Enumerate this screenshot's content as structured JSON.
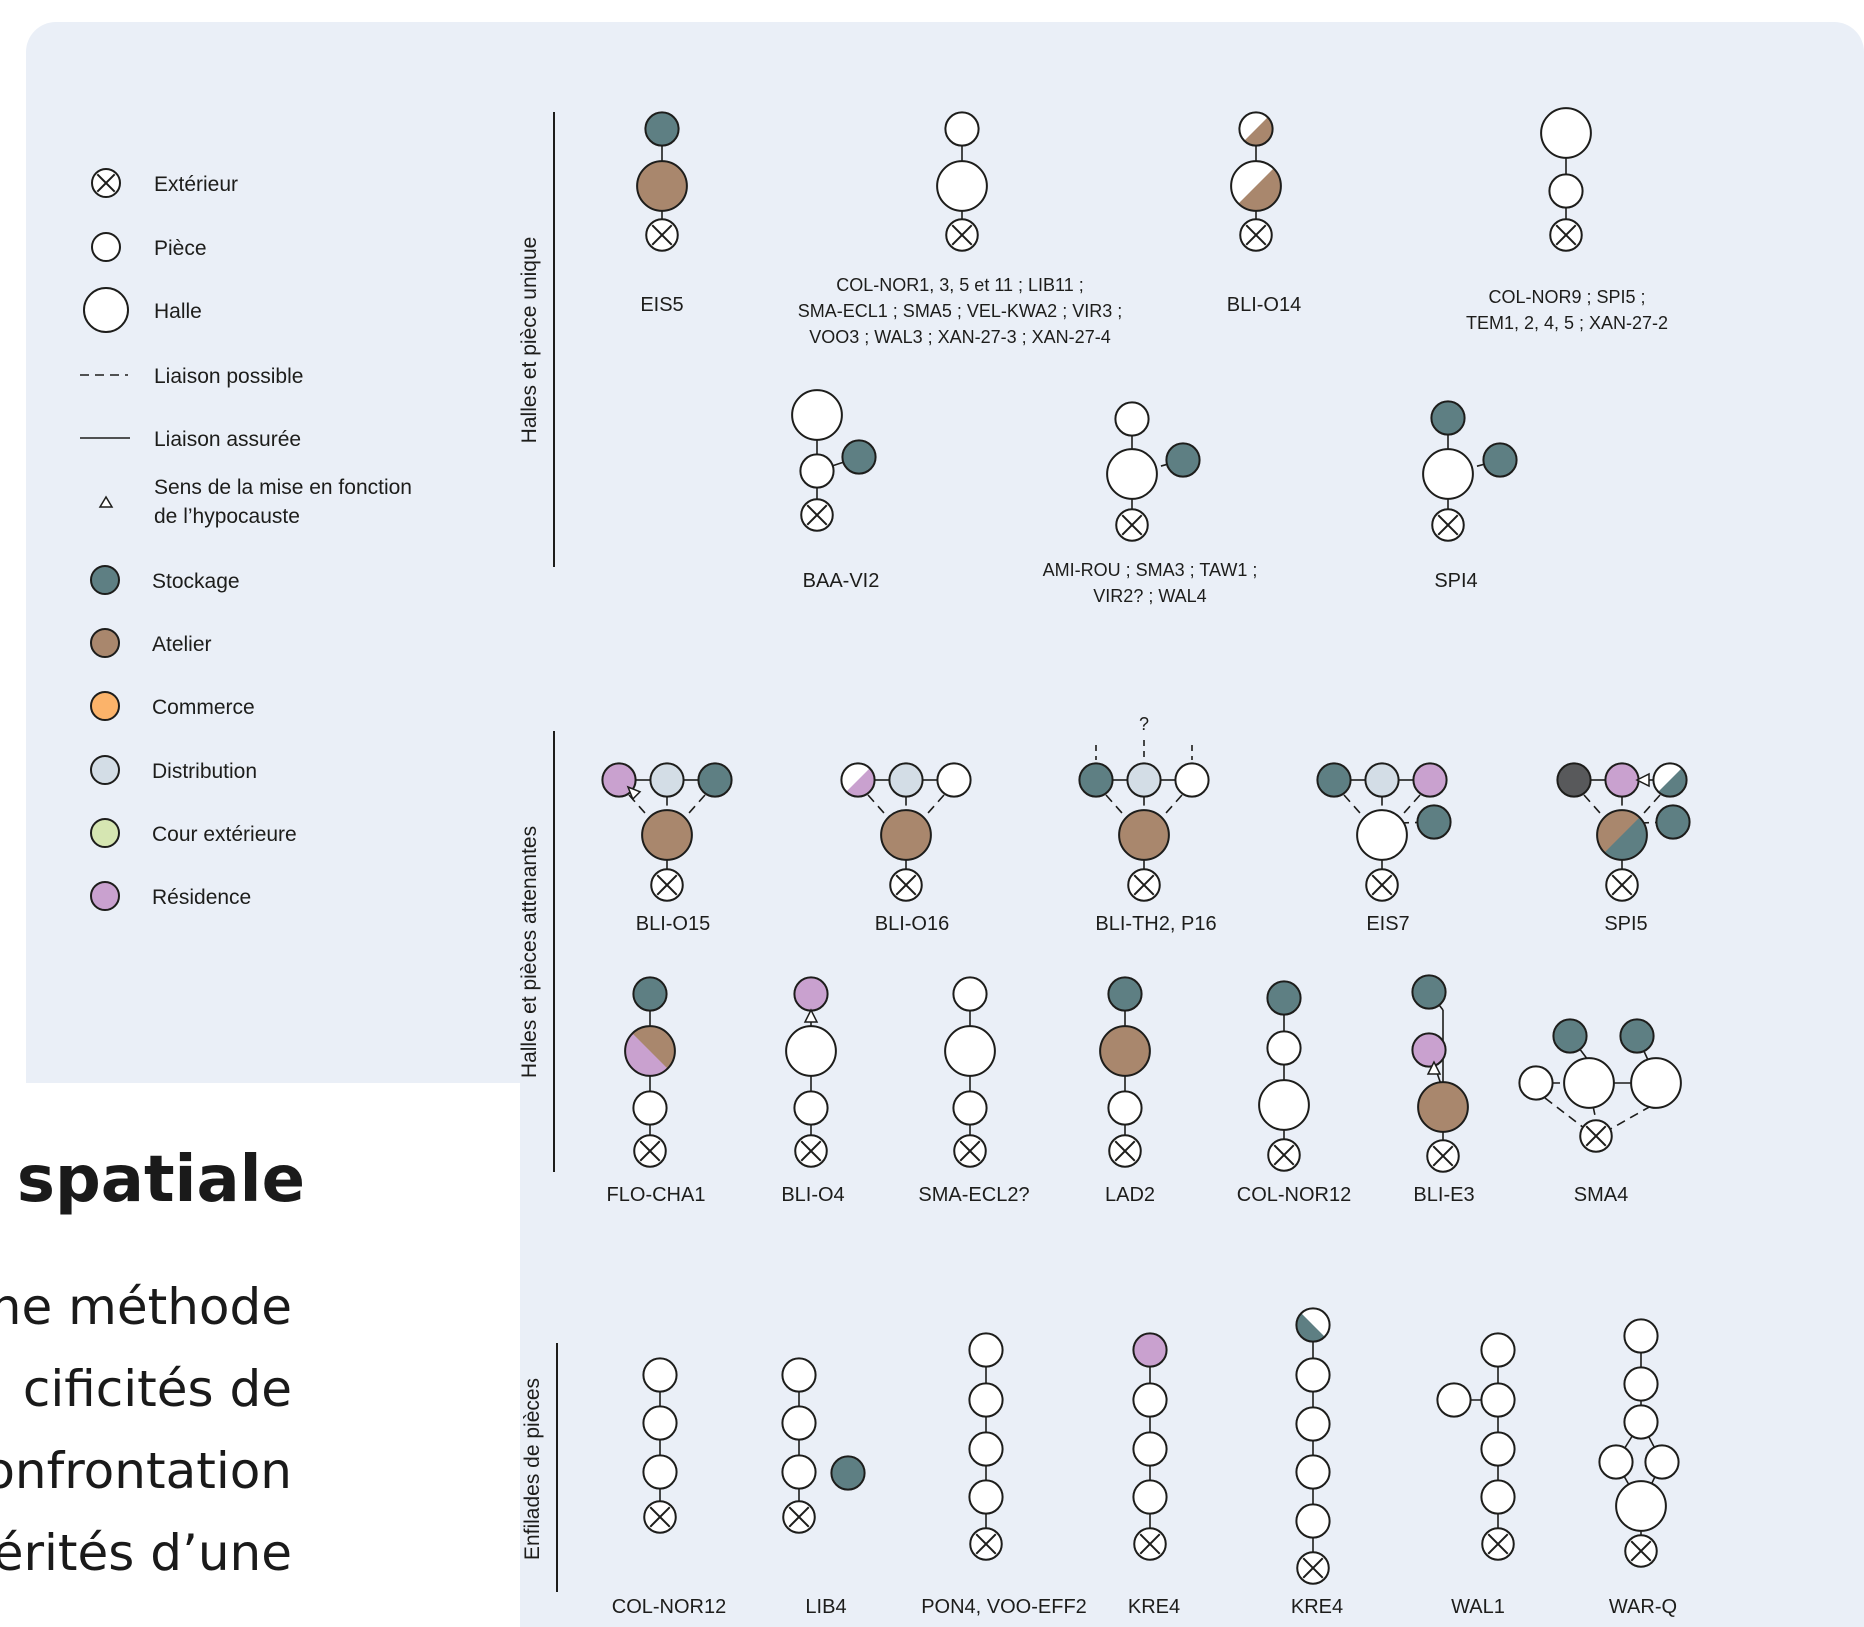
{
  "legend": {
    "exterieur": "Extérieur",
    "piece": "Pièce",
    "halle": "Halle",
    "liaison_possible": "Liaison possible",
    "liaison_assuree": "Liaison assurée",
    "sens_line1": "Sens de la mise en fonction",
    "sens_line2": "de l’hypocauste",
    "stockage": "Stockage",
    "atelier": "Atelier",
    "commerce": "Commerce",
    "distribution": "Distribution",
    "cour": "Cour extérieure",
    "residence": "Résidence"
  },
  "colors": {
    "stockage": "#5e7f83",
    "atelier": "#a9876d",
    "commerce": "#fbb36a",
    "distribution": "#d3dde6",
    "cour": "#d6e6b2",
    "residence": "#c9a1cf",
    "dark": "#58595b",
    "empty": "#ffffff"
  },
  "sections": {
    "s1": "Halles et pièce unique",
    "s2": "Halles et pièces attenantes",
    "s3": "Enfilades de pièces"
  },
  "labels": {
    "eis5": "EIS5",
    "colnor_a1": "COL-NOR1, 3, 5 et 11 ; LIB11 ;",
    "colnor_a2": "SMA-ECL1 ; SMA5 ; VEL-KWA2 ; VIR3 ;",
    "colnor_a3": "VOO3 ; WAL3 ; XAN-27-3 ; XAN-27-4",
    "blio14": "BLI-O14",
    "colnor9_1": "COL-NOR9 ; SPI5 ;",
    "colnor9_2": "TEM1, 2, 4, 5 ; XAN-27-2",
    "baavi2": "BAA-VI2",
    "amirou_1": "AMI-ROU ; SMA3 ; TAW1 ;",
    "amirou_2": "VIR2? ; WAL4",
    "spi4": "SPI4",
    "question": "?",
    "blio15": "BLI-O15",
    "blio16": "BLI-O16",
    "blith2": "BLI-TH2, P16",
    "eis7": "EIS7",
    "spi5": "SPI5",
    "flocha1": "FLO-CHA1",
    "blio4": "BLI-O4",
    "smaecl2": "SMA-ECL2?",
    "lad2": "LAD2",
    "colnor12_a": "COL-NOR12",
    "blie3": "BLI-E3",
    "sma4": "SMA4",
    "colnor12_b": "COL-NOR12",
    "lib4": "LIB4",
    "pon4": "PON4, VOO-EFF2",
    "kre4_a": "KRE4",
    "kre4_b": "KRE4",
    "wal1": "WAL1",
    "warq": "WAR-Q"
  },
  "background_text": {
    "heading": "xe spatiale",
    "line1": "ne méthode",
    "line2": "cificités de",
    "line3": "onfrontation",
    "line4": "érités d’une"
  }
}
